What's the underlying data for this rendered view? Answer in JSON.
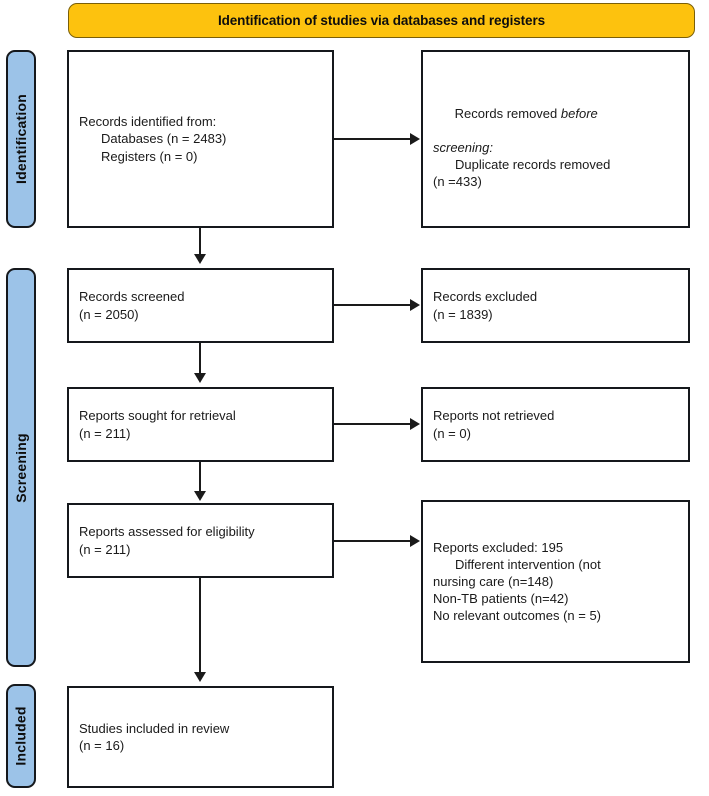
{
  "diagram": {
    "type": "prisma-flow-diagram",
    "banner": {
      "title": "Identification of studies via databases and registers"
    },
    "stages": [
      {
        "id": "identification",
        "label": "Identification"
      },
      {
        "id": "screening",
        "label": "Screening"
      },
      {
        "id": "included",
        "label": "Included"
      }
    ],
    "boxes": {
      "records_identified": {
        "lines": [
          "Records identified from:",
          "Databases (n = 2483)",
          "Registers (n = 0)"
        ]
      },
      "records_removed": {
        "lines": [
          "Records removed before",
          "screening:",
          "Duplicate records removed",
          "(n =433)"
        ]
      },
      "records_screened": {
        "lines": [
          "Records screened",
          "(n = 2050)"
        ]
      },
      "records_excluded": {
        "lines": [
          "Records excluded",
          "(n = 1839)"
        ]
      },
      "reports_sought": {
        "lines": [
          "Reports sought for retrieval",
          "(n = 211)"
        ]
      },
      "reports_not_retrieved": {
        "lines": [
          "Reports not retrieved",
          "(n = 0)"
        ]
      },
      "reports_assessed": {
        "lines": [
          "Reports assessed for eligibility",
          "(n = 211)"
        ]
      },
      "reports_excluded": {
        "lines": [
          "Reports excluded: 195",
          "Different intervention (not",
          "nursing care (n=148)",
          "Non-TB patients (n=42)",
          "No relevant outcomes (n = 5)"
        ]
      },
      "studies_included": {
        "lines": [
          "Studies included in review",
          "(n = 16)"
        ]
      }
    },
    "colors": {
      "banner_fill": "#FDC20E",
      "stage_fill": "#9CC3E8",
      "box_border": "#15181c",
      "text": "#1a1a1a"
    }
  }
}
